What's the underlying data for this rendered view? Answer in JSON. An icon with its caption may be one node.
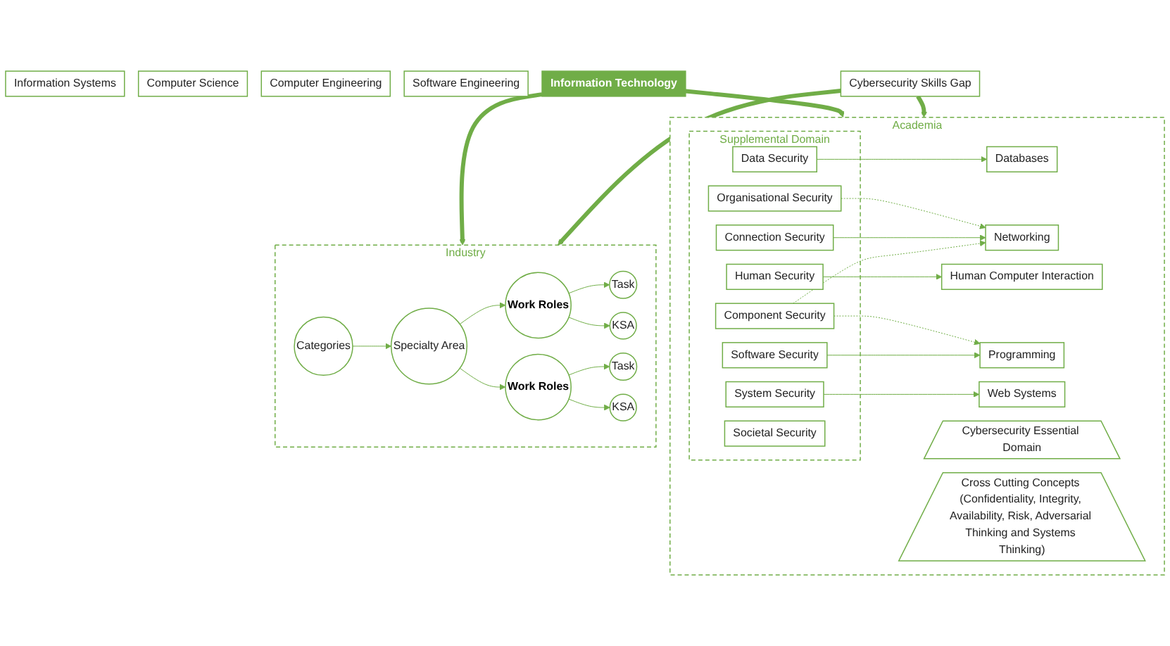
{
  "diagram": {
    "nodes": [
      {
        "text": [
          "Information Systems"
        ]
      },
      {
        "text": [
          "Computer Science"
        ]
      },
      {
        "text": [
          "Computer Engineering"
        ]
      },
      {
        "text": [
          "Software Engineering"
        ]
      },
      {
        "text": [
          "Information Technology"
        ]
      },
      {
        "text": [
          "Industry"
        ]
      },
      {
        "text": [
          "Categories"
        ],
        "in": 5
      },
      {
        "text": [
          "Specialty Area"
        ],
        "in": 5
      },
      {
        "text": [
          "Work Roles"
        ],
        "in": 5
      },
      {
        "text": [
          "Work Roles"
        ],
        "in": 5
      },
      {
        "text": [
          "Task"
        ],
        "in": 5
      },
      {
        "text": [
          "KSA"
        ],
        "in": 5
      },
      {
        "text": [
          "Task"
        ],
        "in": 5
      },
      {
        "text": [
          "KSA"
        ],
        "in": 5
      },
      {
        "text": [
          "Cybersecurity Skills Gap"
        ]
      },
      {
        "text": [
          "Academia"
        ]
      },
      {
        "text": [
          "Cybersecurity Essential Domain"
        ],
        "in": 15
      },
      {
        "text": [
          "Cross Cutting Concepts (Confidentiality, Integrity, Availability, Risk, Adversarial Thinking and Systems Thinking)"
        ],
        "in": 15
      },
      {
        "text": [
          "Supplemental Domain"
        ],
        "in": 15
      },
      {
        "text": [
          "Data Security"
        ],
        "in": 18
      },
      {
        "text": [
          "Organisational Security"
        ],
        "in": 18
      },
      {
        "text": [
          "Human Security"
        ],
        "in": 18
      },
      {
        "text": [
          "Connection Security"
        ],
        "in": 18
      },
      {
        "text": [
          "Component Security"
        ],
        "in": 18
      },
      {
        "text": [
          "Software Security"
        ],
        "in": 18
      },
      {
        "text": [
          "Societal Security"
        ],
        "in": 18
      },
      {
        "text": [
          "System Security"
        ],
        "in": 18
      },
      {
        "text": [
          "Databases"
        ],
        "in": 15
      },
      {
        "text": [
          "Human Computer Interaction"
        ],
        "in": 15
      },
      {
        "text": [
          "Networking"
        ],
        "in": 15
      },
      {
        "text": [
          "Programming"
        ],
        "in": 15
      },
      {
        "text": [
          "Web Systems"
        ],
        "in": 15
      }
    ],
    "edges": [
      {
        "from": 4,
        "to": 5,
        "arrow": "to",
        "style": "thick"
      },
      {
        "from": 4,
        "to": 15,
        "arrow": "to",
        "style": "thick"
      },
      {
        "from": 6,
        "to": 7,
        "arrow": "to"
      },
      {
        "from": 7,
        "to": 8,
        "arrow": "to"
      },
      {
        "from": 7,
        "to": 9,
        "arrow": "to"
      },
      {
        "from": 8,
        "to": 10,
        "arrow": "to"
      },
      {
        "from": 8,
        "to": 11,
        "arrow": "to"
      },
      {
        "from": 9,
        "to": 12,
        "arrow": "to"
      },
      {
        "from": 9,
        "to": 13,
        "arrow": "to"
      },
      {
        "from": 14,
        "to": 5,
        "arrow": "to",
        "style": "thick"
      },
      {
        "from": 14,
        "to": 15,
        "arrow": "to",
        "style": "thick"
      },
      {
        "from": 19,
        "to": 27,
        "arrow": "to"
      },
      {
        "from": 20,
        "to": 29,
        "arrow": "to",
        "style": "dashed"
      },
      {
        "from": 21,
        "to": 28,
        "arrow": "to"
      },
      {
        "from": 22,
        "to": 29,
        "arrow": "to"
      },
      {
        "from": 23,
        "to": 29,
        "arrow": "to",
        "style": "dashed"
      },
      {
        "from": 23,
        "to": 30,
        "arrow": "to",
        "style": "dashed"
      },
      {
        "from": 24,
        "to": 30,
        "arrow": "to"
      },
      {
        "from": 26,
        "to": 31,
        "arrow": "to"
      }
    ]
  }
}
